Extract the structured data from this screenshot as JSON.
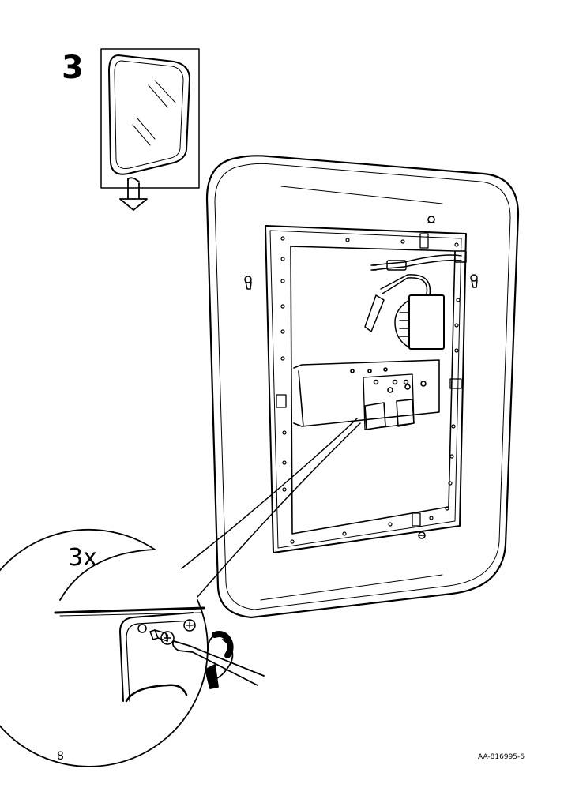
{
  "step": {
    "number": "3",
    "quantity_label": "3x"
  },
  "footer": {
    "page_number": "8",
    "document_code": "AA-816995-6"
  }
}
